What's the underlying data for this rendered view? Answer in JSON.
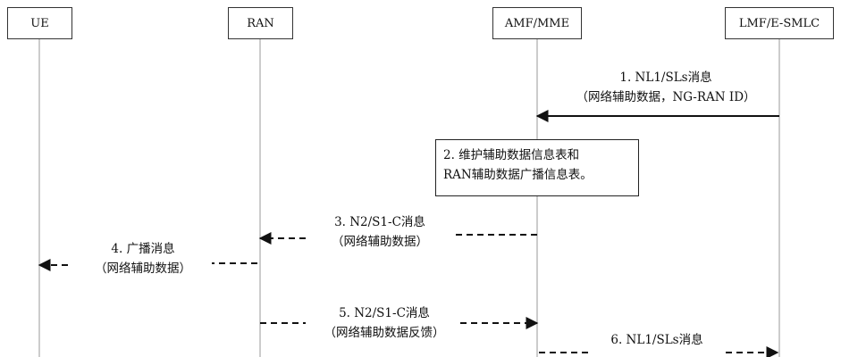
{
  "entities": {
    "ue": "UE",
    "ran": "RAN",
    "amf": "AMF/MME",
    "lmf": "LMF/E-SMLC"
  },
  "messages": {
    "m1": {
      "line1": "1. NL1/SLs消息",
      "line2": "（网络辅助数据，NG-RAN ID）"
    },
    "m3": {
      "line1": "3. N2/S1-C消息",
      "line2": "（网络辅助数据）"
    },
    "m4": {
      "line1": "4. 广播消息",
      "line2": "（网络辅助数据）"
    },
    "m5": {
      "line1": "5. N2/S1-C消息",
      "line2": "（网络辅助数据反馈）"
    },
    "m6": {
      "line1": "6. NL1/SLs消息"
    }
  },
  "note": {
    "line1": "2. 维护辅助数据信息表和",
    "line2": "RAN辅助数据广播信息表。"
  }
}
